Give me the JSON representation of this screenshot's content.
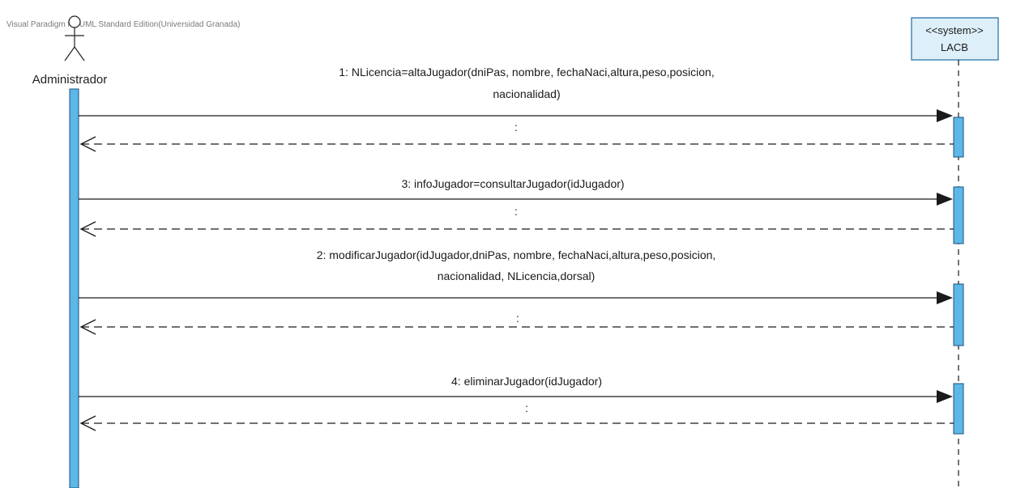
{
  "watermark": "Visual Paradigm for UML Standard Edition(Universidad Granada)",
  "actor": {
    "name": "Administrador"
  },
  "system": {
    "stereotype": "<<system>>",
    "name": "LACB"
  },
  "colors": {
    "activation_fill": "#5BB8E8",
    "activation_stroke": "#1f4f7a",
    "system_box_fill": "#DDEFF9",
    "system_box_stroke": "#1f6aa5",
    "line": "#1a1a1a"
  },
  "messages": [
    {
      "call_lines": [
        "1: NLicencia=altaJugador(dniPas, nombre, fechaNaci,altura,peso,posicion,",
        "nacionalidad)"
      ],
      "return_label": ":"
    },
    {
      "call_lines": [
        "3: infoJugador=consultarJugador(idJugador)"
      ],
      "return_label": ":"
    },
    {
      "call_lines": [
        "2: modificarJugador(idJugador,dniPas, nombre, fechaNaci,altura,peso,posicion,",
        "nacionalidad, NLicencia,dorsal)"
      ],
      "return_label": ":"
    },
    {
      "call_lines": [
        "4: eliminarJugador(idJugador)"
      ],
      "return_label": ":"
    }
  ]
}
